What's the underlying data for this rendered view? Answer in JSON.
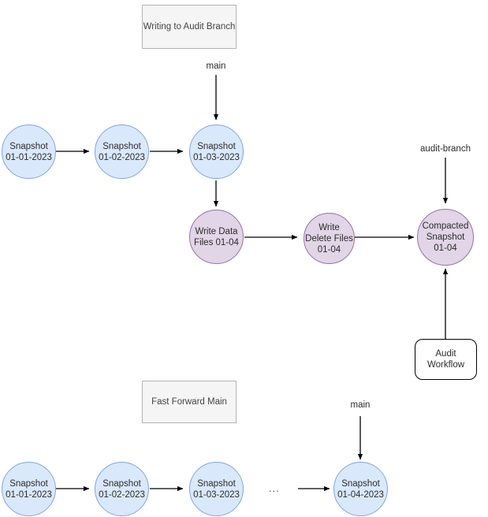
{
  "diagram": {
    "title_boxes": [
      {
        "id": "writing-to-audit-branch",
        "label": "Writing to Audit Branch"
      },
      {
        "id": "fast-forward-main",
        "label": "Fast Forward Main"
      }
    ],
    "branch_labels": [
      {
        "id": "main-top",
        "label": "main"
      },
      {
        "id": "audit-branch",
        "label": "audit-branch"
      },
      {
        "id": "main-bottom",
        "label": "main"
      }
    ],
    "top_row_snapshots": [
      {
        "id": "snapshot-01-01-2023-top",
        "line1": "Snapshot",
        "line2": "01-01-2023"
      },
      {
        "id": "snapshot-01-02-2023-top",
        "line1": "Snapshot",
        "line2": "01-02-2023"
      },
      {
        "id": "snapshot-01-03-2023-top",
        "line1": "Snapshot",
        "line2": "01-03-2023"
      }
    ],
    "audit_nodes": [
      {
        "id": "write-data-files-01-04",
        "line1": "Write Data",
        "line2": "Files 01-04",
        "line3": ""
      },
      {
        "id": "write-delete-files-01-04",
        "line1": "Write",
        "line2": "Delete Files",
        "line3": "01-04"
      },
      {
        "id": "compacted-snapshot-01-04",
        "line1": "Compacted",
        "line2": "Snapshot",
        "line3": "01-04"
      }
    ],
    "workflow_box": {
      "id": "audit-workflow",
      "line1": "Audit",
      "line2": "Workflow"
    },
    "bottom_row_snapshots": [
      {
        "id": "snapshot-01-01-2023-bottom",
        "line1": "Snapshot",
        "line2": "01-01-2023"
      },
      {
        "id": "snapshot-01-02-2023-bottom",
        "line1": "Snapshot",
        "line2": "01-02-2023"
      },
      {
        "id": "snapshot-01-03-2023-bottom",
        "line1": "Snapshot",
        "line2": "01-03-2023"
      },
      {
        "id": "snapshot-01-04-2023-bottom",
        "line1": "Snapshot",
        "line2": "01-04-2023"
      }
    ],
    "ellipsis": "...",
    "colors": {
      "blue_fill": "#dae8fc",
      "blue_stroke": "#7ea6e0",
      "purple_fill": "#e1d5e7",
      "purple_stroke": "#9673a6",
      "gray_fill": "#f5f5f5",
      "gray_stroke": "#b3b3b3",
      "edge_stroke": "#000000",
      "text": "#2b2b2b",
      "background": "#ffffff"
    }
  }
}
